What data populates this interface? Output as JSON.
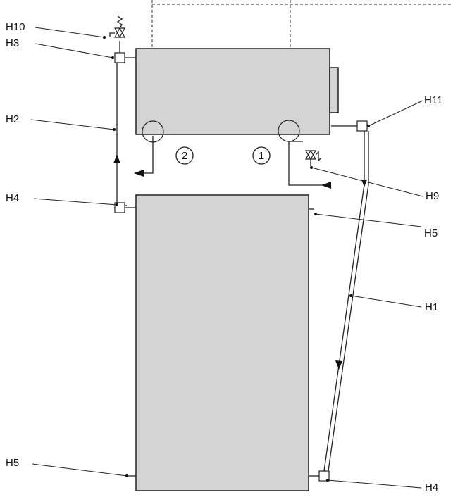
{
  "labels": {
    "h10": "H10",
    "h3": "H3",
    "h2": "H2",
    "h4_left": "H4",
    "h5_left": "H5",
    "h11": "H11",
    "h9": "H9",
    "h5_right": "H5",
    "h1": "H1",
    "h4_right": "H4"
  },
  "markers": {
    "one": "1",
    "two": "2"
  },
  "colors": {
    "unit_fill": "#d4d4d4",
    "tank_fill": "#d4d4d4",
    "line": "#222222"
  }
}
